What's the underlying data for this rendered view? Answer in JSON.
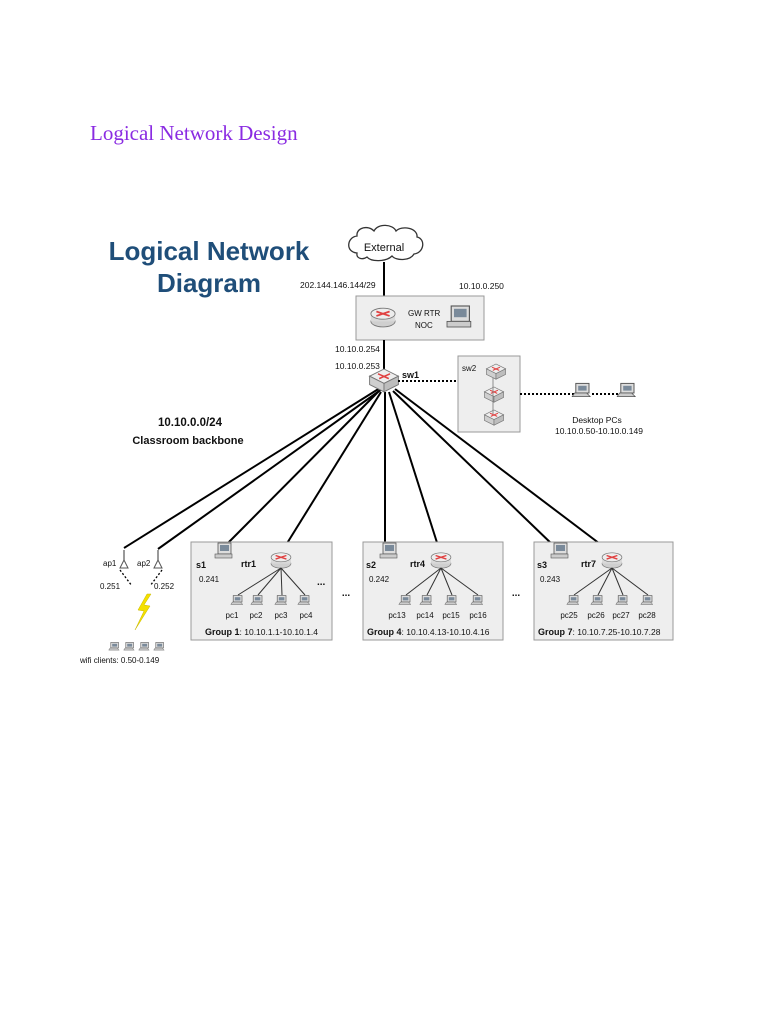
{
  "page": {
    "heading": "Logical Network Design"
  },
  "diagram": {
    "title_line1": "Logical Network",
    "title_line2": "Diagram",
    "external": "External",
    "wan_ip": "202.144.146.144/29",
    "noc_ip": "10.10.0.250",
    "gw_label_1": "GW RTR",
    "gw_label_2": "NOC",
    "gw_ip": "10.10.0.254",
    "sw1_ip": "10.10.0.253",
    "sw1": "sw1",
    "sw2": "sw2",
    "desktop_label": "Desktop PCs",
    "desktop_range": "10.10.0.50-10.10.0.149",
    "subnet": "10.10.0.0/24",
    "backbone": "Classroom backbone",
    "ap1": "ap1",
    "ap2": "ap2",
    "ap1_ip": "0.251",
    "ap2_ip": "0.252",
    "wifi_clients": "wifi clients: 0.50-0.149",
    "ellipsis": "...",
    "groups": [
      {
        "server": "s1",
        "server_ip": "0.241",
        "router": "rtr1",
        "pcs": [
          "pc1",
          "pc2",
          "pc3",
          "pc4"
        ],
        "name": "Group 1",
        "range": ": 10.10.1.1-10.10.1.4"
      },
      {
        "server": "s2",
        "server_ip": "0.242",
        "router": "rtr4",
        "pcs": [
          "pc13",
          "pc14",
          "pc15",
          "pc16"
        ],
        "name": "Group 4",
        "range": ": 10.10.4.13-10.10.4.16"
      },
      {
        "server": "s3",
        "server_ip": "0.243",
        "router": "rtr7",
        "pcs": [
          "pc25",
          "pc26",
          "pc27",
          "pc28"
        ],
        "name": "Group 7",
        "range": ": 10.10.7.25-10.10.7.28"
      }
    ]
  },
  "colors": {
    "heading": "#8a2be2",
    "title": "#1f4e79",
    "router": "#e04040",
    "box_fill": "#eeeeee",
    "box_stroke": "#999999"
  }
}
